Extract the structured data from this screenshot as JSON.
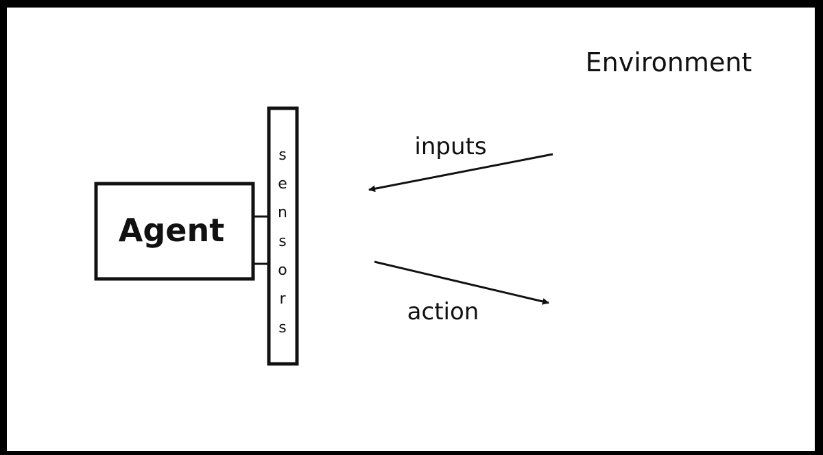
{
  "environment": {
    "label": "Environment"
  },
  "agent": {
    "label": "Agent"
  },
  "sensors": {
    "letters": [
      "s",
      "e",
      "n",
      "s",
      "o",
      "r",
      "s"
    ]
  },
  "arrows": {
    "inputs_label": "inputs",
    "action_label": "action"
  }
}
